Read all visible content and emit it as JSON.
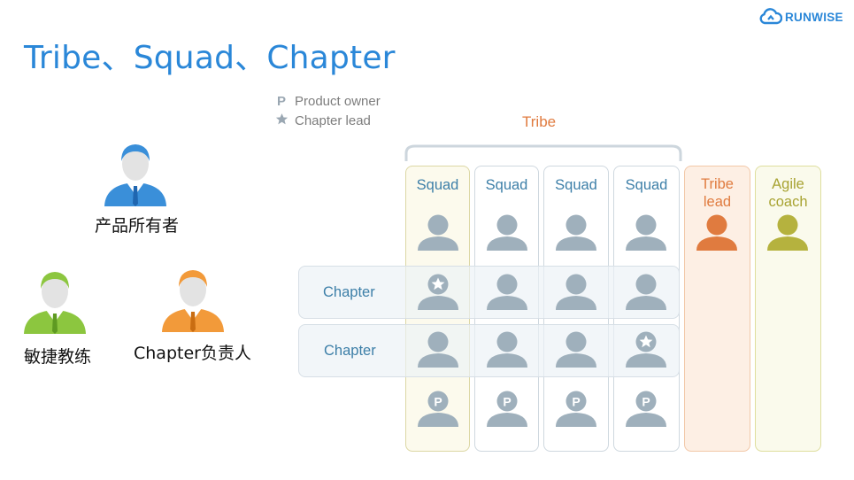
{
  "header": {
    "title": "Tribe、Squad、Chapter",
    "logo_text": "RUNWISE"
  },
  "legend": {
    "items": [
      {
        "marker": "P",
        "label": "Product owner"
      },
      {
        "marker": "star",
        "label": "Chapter lead"
      }
    ]
  },
  "roles": {
    "product_owner": "产品所有者",
    "agile_coach": "敏捷教练",
    "chapter_lead": "Chapter负责人"
  },
  "structure": {
    "tribe_label": "Tribe",
    "squads": [
      {
        "label": "Squad",
        "highlighted": true
      },
      {
        "label": "Squad",
        "highlighted": false
      },
      {
        "label": "Squad",
        "highlighted": false
      },
      {
        "label": "Squad",
        "highlighted": false
      }
    ],
    "tribe_lead": "Tribe\nlead",
    "agile_coach": "Agile\ncoach",
    "chapters": [
      "Chapter",
      "Chapter"
    ],
    "po_marker": "P"
  },
  "colors": {
    "title": "#2a87d8",
    "person_grey": "#9fb0bc",
    "tribe_orange": "#e07b3f",
    "coach_olive": "#b5b23e",
    "chapter_text": "#3d7fa8",
    "role_blue": "#3a8fd9",
    "role_green": "#8cc63f",
    "role_orange": "#f29a3a"
  }
}
